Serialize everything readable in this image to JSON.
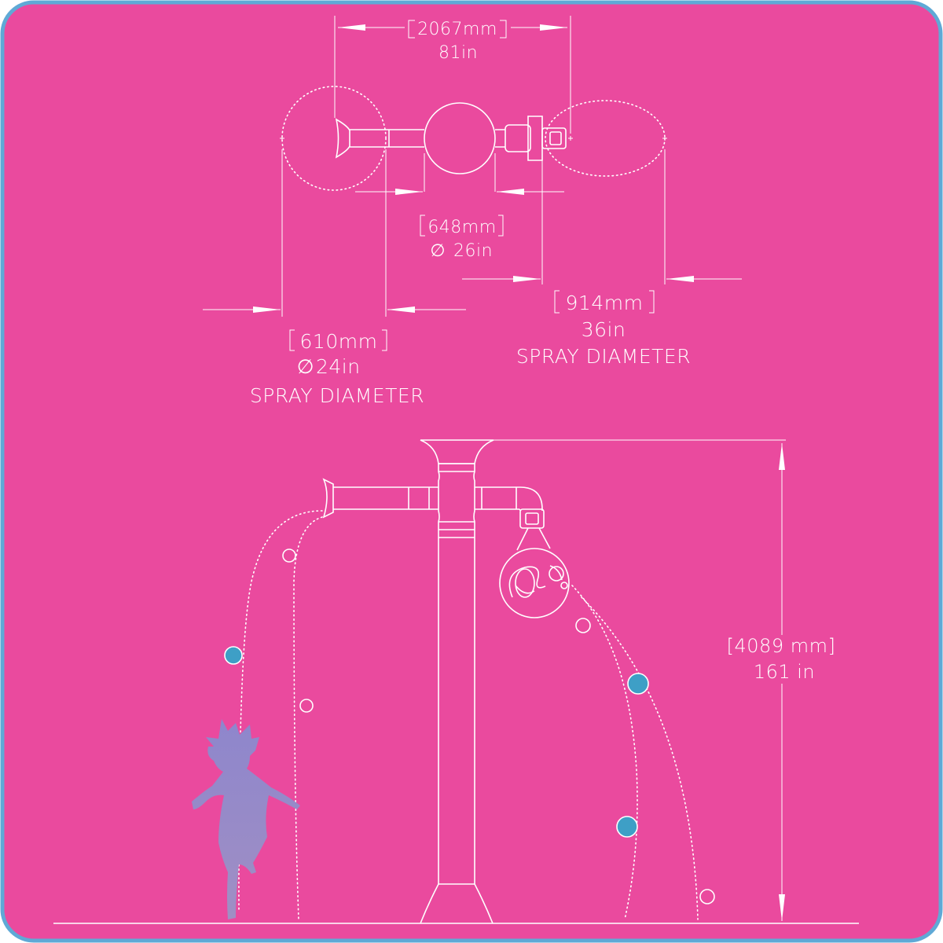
{
  "colors": {
    "background": "#EA4A9E",
    "border": "#5FA9D6",
    "line": "#FFFFFF",
    "droplet_fill": "#3E9FC6",
    "child": "#8F86C8"
  },
  "plan_view": {
    "overall_width": {
      "mm": "2067mm",
      "in": "81in"
    },
    "center_diameter": {
      "mm": "648mm",
      "in": "26in",
      "symbol": "∅"
    },
    "left_spray": {
      "mm": "610mm",
      "in": "24in",
      "symbol": "∅",
      "label": "SPRAY DIAMETER"
    },
    "right_spray": {
      "mm": "914mm",
      "in": "36in",
      "label": "SPRAY DIAMETER"
    }
  },
  "elevation_view": {
    "height": {
      "mm": "[4089 mm]",
      "in": "161 in"
    }
  },
  "icons": [
    "child-silhouette-icon",
    "water-droplet-icon"
  ]
}
